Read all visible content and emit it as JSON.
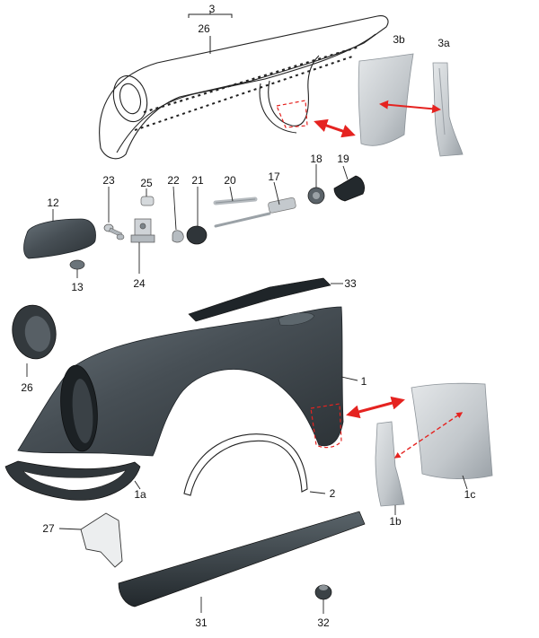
{
  "labels": {
    "l3": "3",
    "l26top": "26",
    "l3b": "3b",
    "l3a": "3a",
    "l23": "23",
    "l25": "25",
    "l22": "22",
    "l21": "21",
    "l20": "20",
    "l17": "17",
    "l18": "18",
    "l19": "19",
    "l12": "12",
    "l13": "13",
    "l24": "24",
    "l33": "33",
    "l26": "26",
    "l1": "1",
    "l1a": "1a",
    "l2": "2",
    "l1b": "1b",
    "l1c": "1c",
    "l27": "27",
    "l31": "31",
    "l32": "32"
  },
  "colors": {
    "arrow": "#e52320",
    "panel_dark": "#2e3438",
    "panel_mid": "#4c565c",
    "panel_light": "#6d777d",
    "steel_light": "#d8dcdf",
    "steel_dark": "#a6adb3",
    "line": "#222222"
  }
}
